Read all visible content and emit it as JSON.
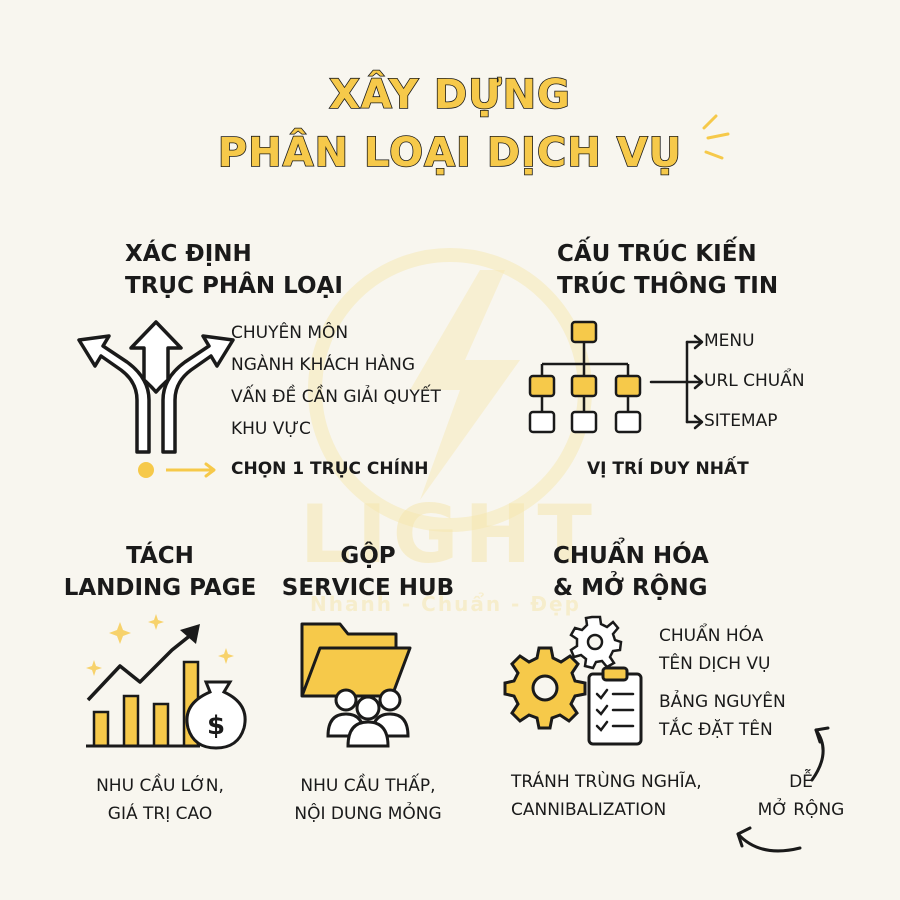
{
  "title": {
    "line1": "XÂY DỰNG",
    "line2": "PHÂN LOẠI DỊCH VỤ"
  },
  "watermark": {
    "brand": "LIGHT",
    "tagline": "Nhanh - Chuẩn - Đẹp"
  },
  "section_axis": {
    "heading": [
      "XÁC ĐỊNH",
      "TRỤC PHÂN LOẠI"
    ],
    "items": [
      "CHUYÊN MÔN",
      "NGÀNH KHÁCH HÀNG",
      "VẤN ĐỀ CẦN GIẢI QUYẾT",
      "KHU VỰC"
    ],
    "conclusion": "CHỌN 1 TRỤC CHÍNH"
  },
  "section_ia": {
    "heading": [
      "CẤU TRÚC KIẾN",
      "TRÚC THÔNG TIN"
    ],
    "outputs": [
      "MENU",
      "URL CHUẨN",
      "SITEMAP"
    ],
    "conclusion": "VỊ TRÍ DUY NHẤT"
  },
  "section_landing": {
    "heading": [
      "TÁCH",
      "LANDING PAGE"
    ],
    "caption": [
      "NHU CẦU LỚN,",
      "GIÁ TRỊ CAO"
    ]
  },
  "section_hub": {
    "heading": [
      "GỘP",
      "SERVICE HUB"
    ],
    "caption": [
      "NHU CẦU THẤP,",
      "NỘI DUNG MỎNG"
    ]
  },
  "section_standard": {
    "heading": [
      "CHUẨN HÓA",
      "& MỞ RỘNG"
    ],
    "item1": [
      "CHUẨN HÓA",
      "TÊN DỊCH VỤ"
    ],
    "item2": [
      "BẢNG NGUYÊN",
      "TẮC ĐẶT TÊN"
    ],
    "item3": [
      "TRÁNH TRÙNG NGHĨA,",
      "CANNIBALIZATION"
    ],
    "item4": [
      "DỄ",
      "MỞ RỘNG"
    ]
  },
  "colors": {
    "accent": "#f6c94a",
    "ink": "#1a1a1a",
    "background": "#f8f6ef"
  }
}
